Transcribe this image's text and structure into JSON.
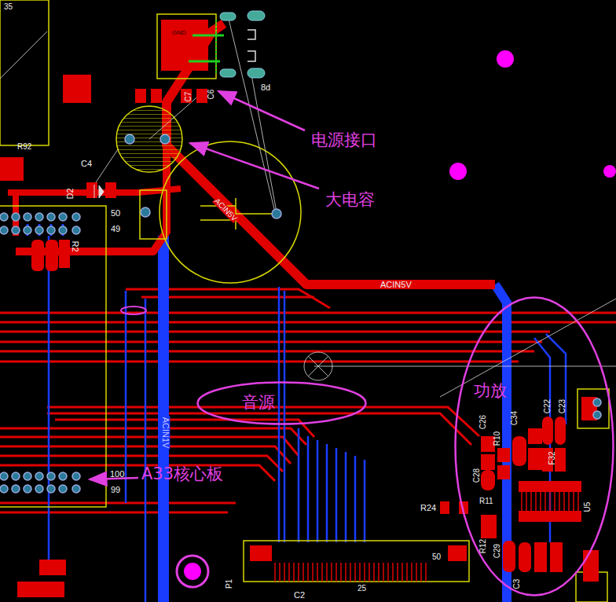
{
  "diagram": {
    "nodes": [
      {
        "text": [
          "音源"
        ]
      },
      {
        "text": [
          "功放"
        ]
      }
    ],
    "labels": [
      "ACIN5V",
      "ACIN5V",
      "ACIN1V",
      "GND",
      "C4",
      "D2",
      "50",
      "49",
      "100",
      "99",
      "R2",
      "C26",
      "C34",
      "C28",
      "R10",
      "R11",
      "R12",
      "R24",
      "C29",
      "C22",
      "C23",
      "F32",
      "U5",
      "50",
      "25",
      "C2",
      "P1",
      "C7",
      "C6",
      "8d",
      "35",
      "R92",
      "电源接口",
      "大电容",
      "A33核心板",
      "C3"
    ]
  }
}
